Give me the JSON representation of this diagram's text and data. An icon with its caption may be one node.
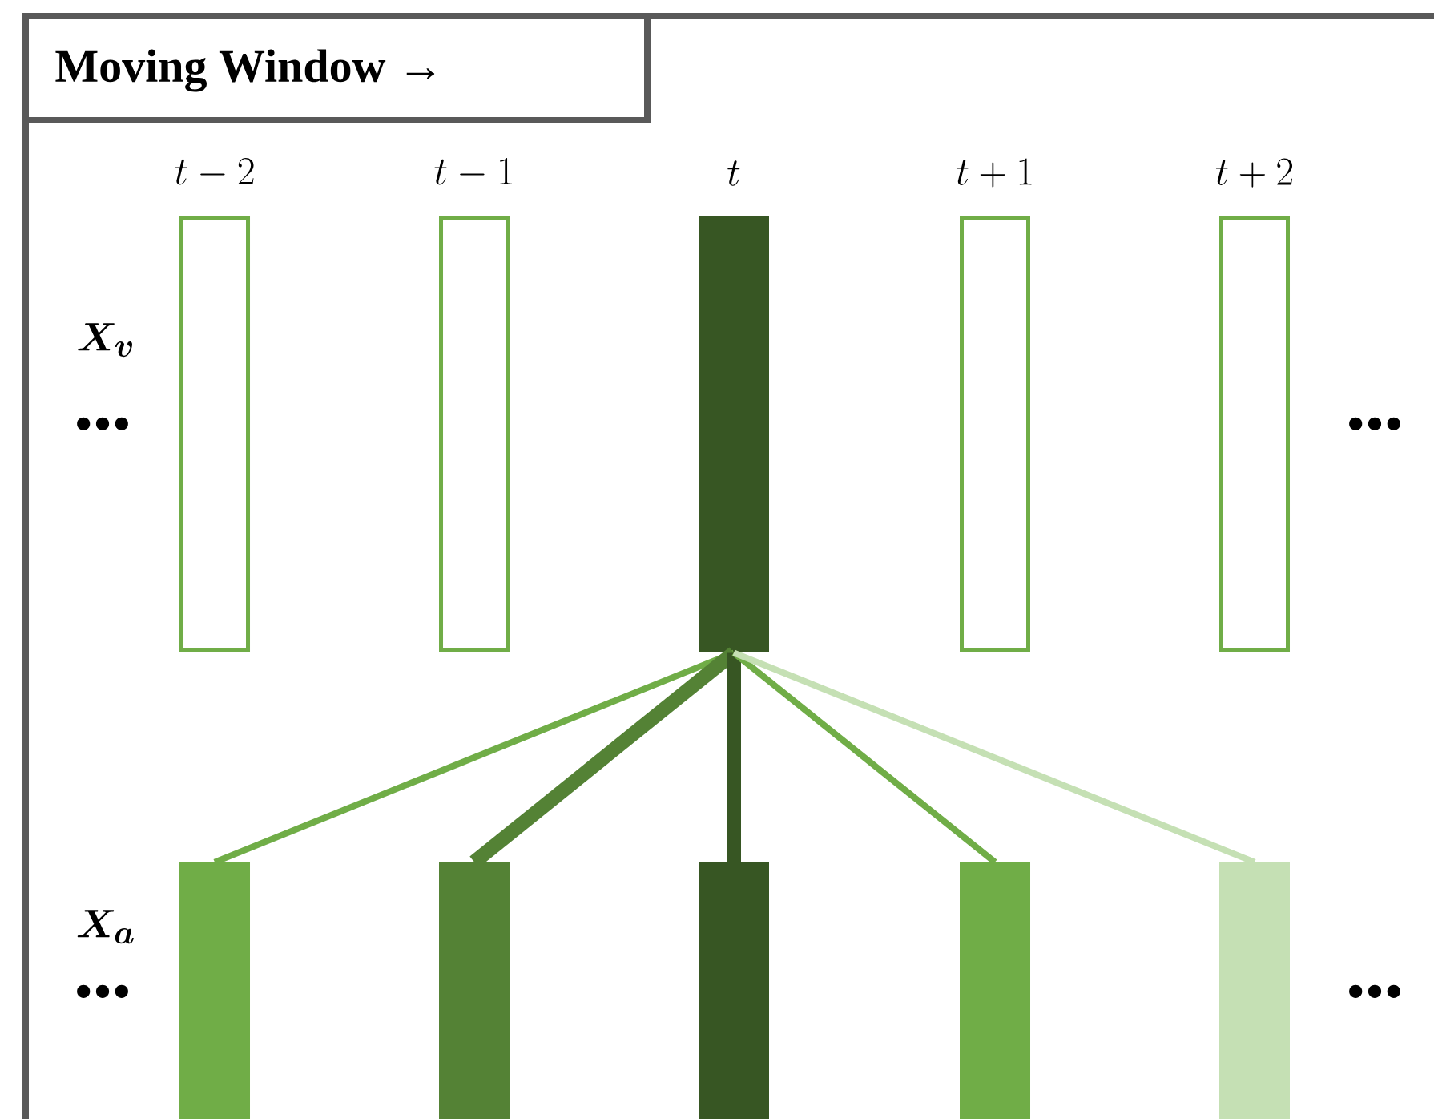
{
  "diagram": {
    "title": "Moving Window →",
    "nodes": [
      {
        "text": [],
        "shape": "bar"
      },
      {
        "text": [],
        "shape": "bar"
      },
      {
        "text": [],
        "shape": "bar"
      },
      {
        "text": [],
        "shape": "bar"
      },
      {
        "text": [],
        "shape": "bar"
      },
      {
        "text": [],
        "shape": "bar"
      },
      {
        "text": [],
        "shape": "bar"
      },
      {
        "text": [],
        "shape": "bar"
      },
      {
        "text": [],
        "shape": "bar"
      },
      {
        "text": [],
        "shape": "bar"
      }
    ],
    "edges": [
      {
        "from": 2,
        "to": 5,
        "arrow": "none",
        "color": "#70ad47"
      },
      {
        "from": 2,
        "to": 6,
        "arrow": "none",
        "style": "thick",
        "color": "#548235"
      },
      {
        "from": 2,
        "to": 7,
        "arrow": "none",
        "style": "thick",
        "color": "#375623"
      },
      {
        "from": 2,
        "to": 8,
        "arrow": "none",
        "color": "#70ad47"
      },
      {
        "from": 2,
        "to": 9,
        "arrow": "none",
        "color": "#c5e0b4"
      }
    ],
    "labels": [
      "t-2",
      "t-1",
      "t",
      "t+1",
      "t+2",
      "X_v",
      "•••",
      "•••",
      "X_a",
      "•••",
      "•••"
    ]
  }
}
